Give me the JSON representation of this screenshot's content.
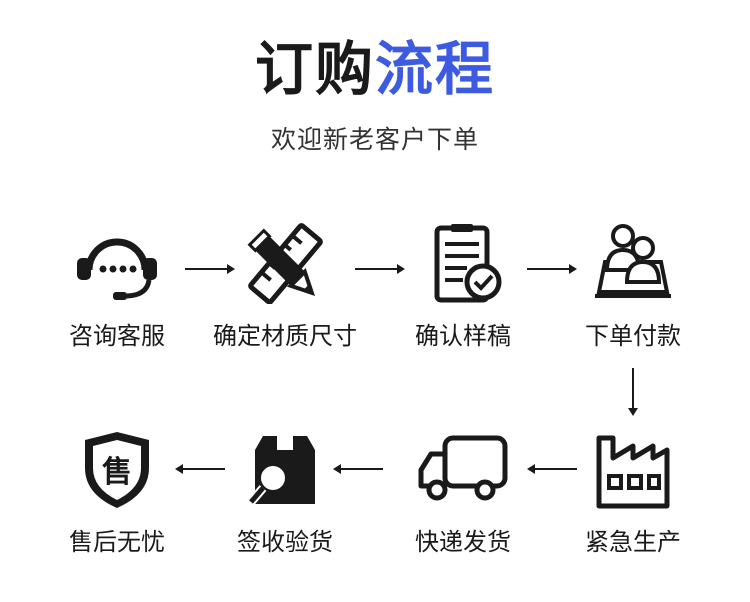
{
  "header": {
    "title_part1": "订购",
    "title_part2": "流程",
    "subtitle": "欢迎新老客户下单"
  },
  "colors": {
    "accent": "#3d5be0",
    "ink": "#1a1a1a"
  },
  "steps": [
    {
      "label": "咨询客服",
      "icon": "headset-icon"
    },
    {
      "label": "确定材质尺寸",
      "icon": "pencil-ruler-icon"
    },
    {
      "label": "确认样稿",
      "icon": "clipboard-check-icon"
    },
    {
      "label": "下单付款",
      "icon": "users-card-icon"
    },
    {
      "label": "紧急生产",
      "icon": "factory-icon"
    },
    {
      "label": "快递发货",
      "icon": "truck-icon"
    },
    {
      "label": "签收验货",
      "icon": "package-inspect-icon"
    },
    {
      "label": "售后无忧",
      "icon": "shield-icon"
    }
  ],
  "shield_glyph": "售"
}
